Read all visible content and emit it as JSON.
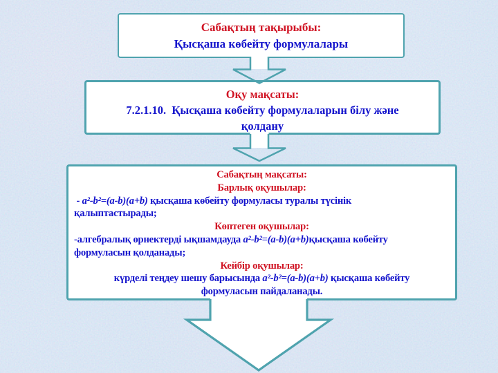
{
  "slide": {
    "topic_box": {
      "lines": [
        {
          "align": "center",
          "color": "red",
          "segs": [
            {
              "t": "Сабақтың тақырыбы:"
            }
          ]
        },
        {
          "align": "center",
          "color": "blue",
          "segs": [
            {
              "t": "Қысқаша көбейту формулалары"
            }
          ]
        }
      ]
    },
    "goal_box": {
      "lines": [
        {
          "align": "center",
          "color": "red",
          "segs": [
            {
              "t": "Оқу мақсаты:"
            }
          ]
        },
        {
          "align": "center",
          "color": "blue",
          "segs": [
            {
              "t": "7.2.1.10.  Қысқаша көбейту формулаларын білу және"
            }
          ]
        },
        {
          "align": "center",
          "color": "blue",
          "segs": [
            {
              "t": "қолдану"
            }
          ]
        }
      ]
    },
    "objective_box": {
      "lines": [
        {
          "align": "center",
          "color": "red",
          "segs": [
            {
              "t": "Сабақтың мақсаты:"
            }
          ]
        },
        {
          "align": "center",
          "color": "red",
          "segs": [
            {
              "t": "Барлық оқушылар:"
            }
          ]
        },
        {
          "align": "left",
          "color": "blue",
          "segs": [
            {
              "t": " - "
            },
            {
              "t": "a²-b²=(a-b)(a+b)",
              "f": true
            },
            {
              "t": " қысқаша көбейту формуласы туралы түсінік"
            }
          ]
        },
        {
          "align": "left",
          "color": "blue",
          "segs": [
            {
              "t": "қалыптастырады;"
            }
          ]
        },
        {
          "align": "center",
          "color": "red",
          "segs": [
            {
              "t": "Көптеген оқушылар:"
            }
          ]
        },
        {
          "align": "left",
          "color": "blue",
          "segs": [
            {
              "t": "-алгебралық өрнектерді ықшамдауда "
            },
            {
              "t": "a²-b²=(a-b)(a+b)",
              "f": true
            },
            {
              "t": "қысқаша көбейту"
            }
          ]
        },
        {
          "align": "left",
          "color": "blue",
          "segs": [
            {
              "t": "формуласын қолданады;"
            }
          ]
        },
        {
          "align": "center",
          "color": "red",
          "segs": [
            {
              "t": "Кейбір оқушылар:"
            }
          ]
        },
        {
          "align": "center",
          "color": "blue",
          "segs": [
            {
              "t": "күрделі теңдеу шешу барысында "
            },
            {
              "t": "a²-b²=(a-b)(a+b)",
              "f": true
            },
            {
              "t": " қысқаша көбейту"
            }
          ]
        },
        {
          "align": "center",
          "color": "blue",
          "segs": [
            {
              "t": "формуласын пайдаланады."
            }
          ]
        }
      ]
    }
  },
  "colors": {
    "heading_red": "#d01323",
    "body_blue": "#1414cc",
    "shape_teal": "#4fa3ae",
    "box_fill": "#ffffff",
    "background_blue": "#b3cfec"
  }
}
